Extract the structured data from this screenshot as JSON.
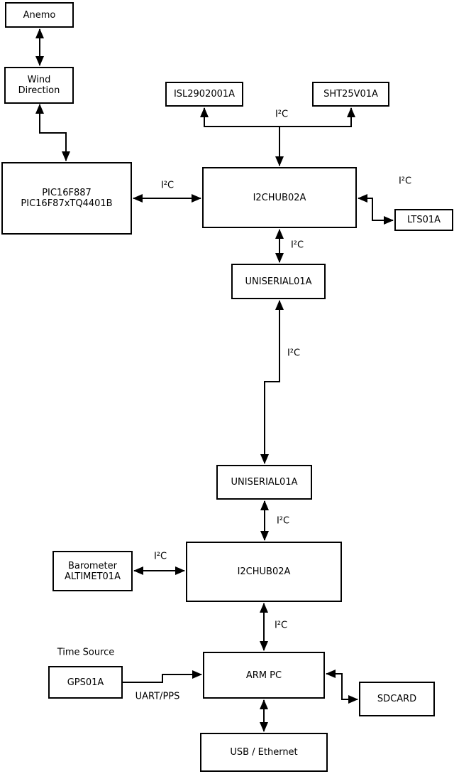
{
  "boxes": {
    "anemo": {
      "lines": [
        "Anemo"
      ]
    },
    "wind_direction": {
      "lines": [
        "Wind",
        "Direction"
      ]
    },
    "pic": {
      "lines": [
        "PIC16F887",
        "PIC16F87xTQ4401B"
      ]
    },
    "isl": {
      "lines": [
        "ISL2902001A"
      ]
    },
    "sht": {
      "lines": [
        "SHT25V01A"
      ]
    },
    "i2chub_top": {
      "lines": [
        "I2CHUB02A"
      ]
    },
    "lts": {
      "lines": [
        "LTS01A"
      ]
    },
    "uniserial_top": {
      "lines": [
        "UNISERIAL01A"
      ]
    },
    "uniserial_bottom": {
      "lines": [
        "UNISERIAL01A"
      ]
    },
    "i2chub_bottom": {
      "lines": [
        "I2CHUB02A"
      ]
    },
    "barometer": {
      "lines": [
        "Barometer",
        "ALTIMET01A"
      ]
    },
    "arm_pc": {
      "lines": [
        "ARM PC"
      ]
    },
    "gps": {
      "lines": [
        "GPS01A"
      ]
    },
    "sdcard": {
      "lines": [
        "SDCARD"
      ]
    },
    "usb_ethernet": {
      "lines": [
        "USB / Ethernet"
      ]
    }
  },
  "labels": {
    "i2c": "I²C",
    "time_source": "Time Source",
    "uart_pps": "UART/PPS"
  },
  "colors": {
    "line": "#000000",
    "box_fill": "#ffffff",
    "background": "#ffffff"
  }
}
